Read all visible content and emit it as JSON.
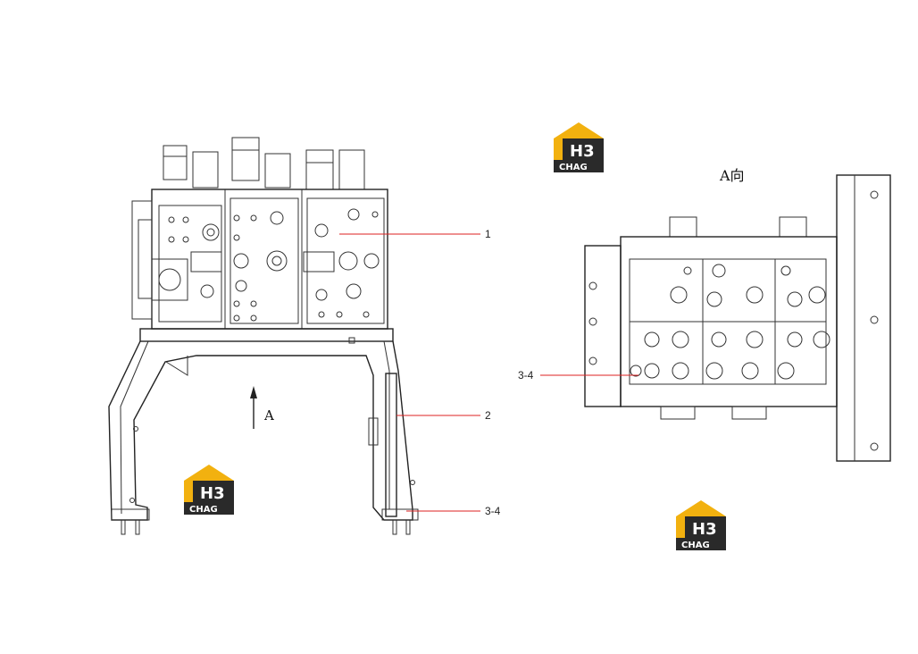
{
  "labels": {
    "callout_1": "1",
    "callout_2": "2",
    "callout_34_left": "3-4",
    "callout_34_right": "3-4",
    "view_title": "A向",
    "arrow_label": "A"
  },
  "logo": {
    "top_text": "H3",
    "bottom_text": "CHAG",
    "colors": {
      "yellow": "#f2b10f",
      "dark": "#2a2a2a",
      "white": "#ffffff"
    }
  },
  "colors": {
    "leader_line": "#d22222",
    "drawing_line": "#333333"
  }
}
